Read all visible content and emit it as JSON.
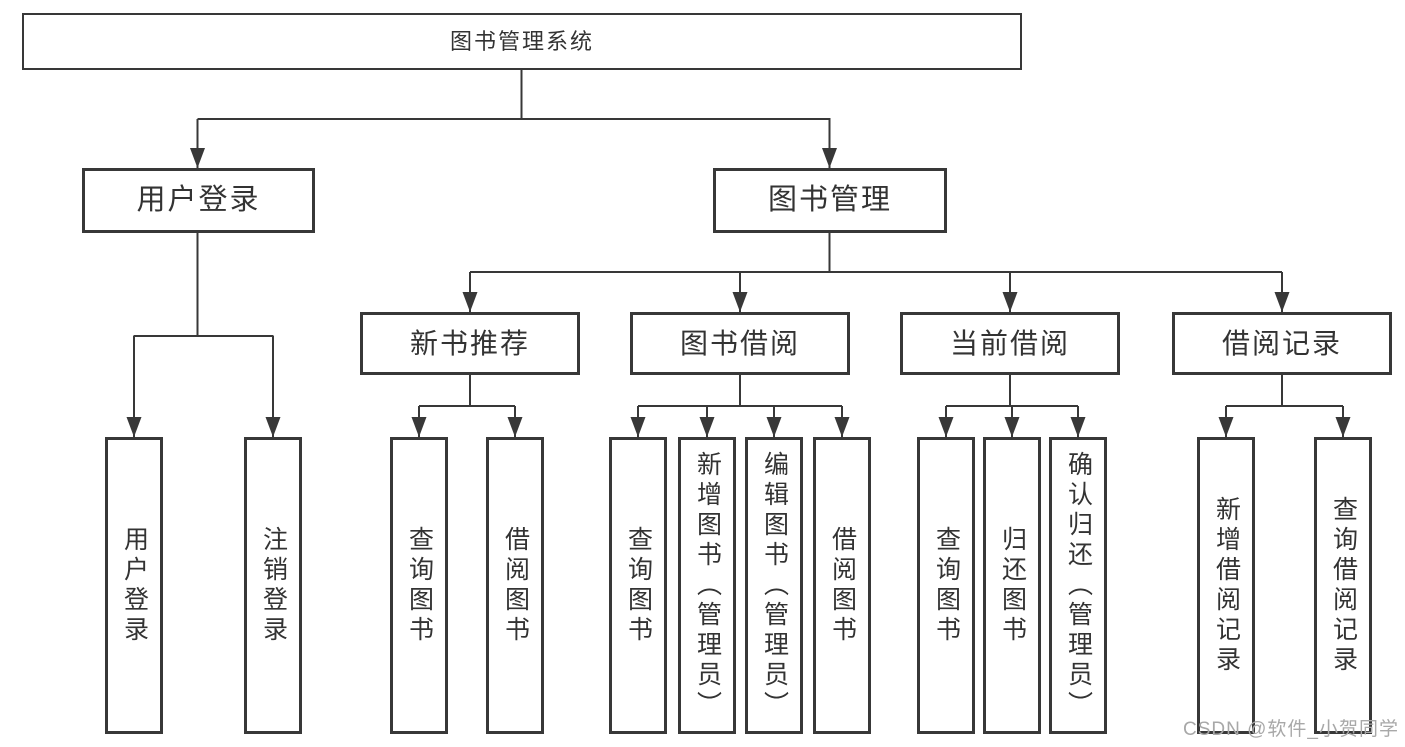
{
  "diagram": {
    "type": "hierarchy-tree",
    "root": {
      "label": "图书管理系统",
      "children": [
        {
          "label": "用户登录",
          "children": [
            {
              "label": "用户登录"
            },
            {
              "label": "注销登录"
            }
          ]
        },
        {
          "label": "图书管理",
          "children": [
            {
              "label": "新书推荐",
              "children": [
                {
                  "label": "查询图书"
                },
                {
                  "label": "借阅图书"
                }
              ]
            },
            {
              "label": "图书借阅",
              "children": [
                {
                  "label": "查询图书"
                },
                {
                  "label": "新增图书（管理员）"
                },
                {
                  "label": "编辑图书（管理员）"
                },
                {
                  "label": "借阅图书"
                }
              ]
            },
            {
              "label": "当前借阅",
              "children": [
                {
                  "label": "查询图书"
                },
                {
                  "label": "归还图书"
                },
                {
                  "label": "确认归还（管理员）"
                }
              ]
            },
            {
              "label": "借阅记录",
              "children": [
                {
                  "label": "新增借阅记录"
                },
                {
                  "label": "查询借阅记录"
                }
              ]
            }
          ]
        }
      ]
    }
  },
  "watermark": {
    "text": "CSDN @软件_小贺同学"
  },
  "colors": {
    "line": "#383838",
    "box_border": "#383838",
    "text": "#333333",
    "background": "#ffffff",
    "watermark": "#a8a8a8"
  }
}
